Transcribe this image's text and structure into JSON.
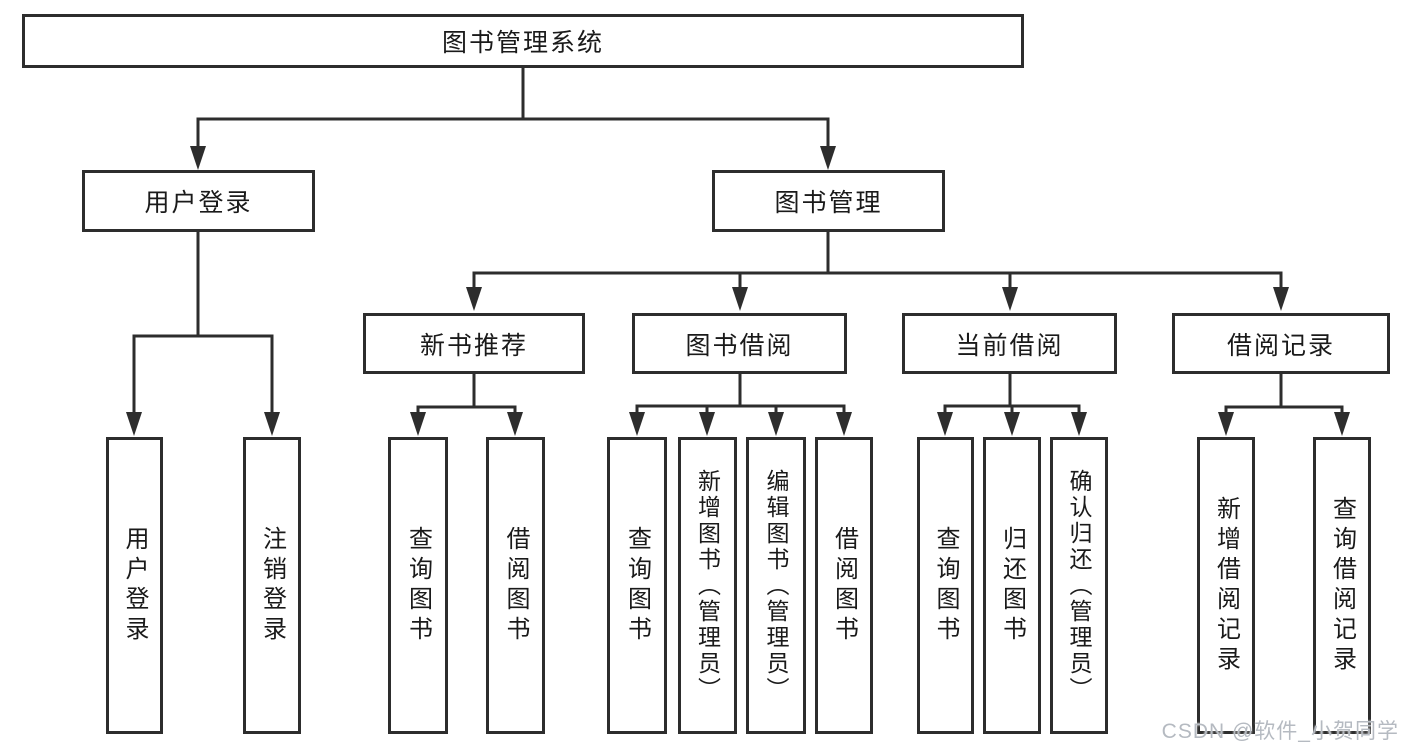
{
  "diagram": {
    "root": {
      "label": "图书管理系统"
    },
    "level2": [
      {
        "id": "user-login",
        "label": "用户登录"
      },
      {
        "id": "book-management",
        "label": "图书管理"
      }
    ],
    "level3": [
      {
        "id": "new-book-recommend",
        "label": "新书推荐",
        "parent": "book-management"
      },
      {
        "id": "book-borrowing",
        "label": "图书借阅",
        "parent": "book-management"
      },
      {
        "id": "current-borrowing",
        "label": "当前借阅",
        "parent": "book-management"
      },
      {
        "id": "borrowing-records",
        "label": "借阅记录",
        "parent": "book-management"
      }
    ],
    "leaves": [
      {
        "id": "user-login-action",
        "label": "用户登录",
        "parent": "user-login"
      },
      {
        "id": "logout-action",
        "label": "注销登录",
        "parent": "user-login"
      },
      {
        "id": "query-books-recommend",
        "label": "查询图书",
        "parent": "new-book-recommend"
      },
      {
        "id": "borrow-books-recommend",
        "label": "借阅图书",
        "parent": "new-book-recommend"
      },
      {
        "id": "query-books-borrowing",
        "label": "查询图书",
        "parent": "book-borrowing"
      },
      {
        "id": "add-books-admin",
        "label": "新增图书（管理员）",
        "parent": "book-borrowing"
      },
      {
        "id": "edit-books-admin",
        "label": "编辑图书（管理员）",
        "parent": "book-borrowing"
      },
      {
        "id": "borrow-books-borrowing",
        "label": "借阅图书",
        "parent": "book-borrowing"
      },
      {
        "id": "query-books-current",
        "label": "查询图书",
        "parent": "current-borrowing"
      },
      {
        "id": "return-books",
        "label": "归还图书",
        "parent": "current-borrowing"
      },
      {
        "id": "confirm-return-admin",
        "label": "确认归还（管理员）",
        "parent": "current-borrowing"
      },
      {
        "id": "add-borrow-record",
        "label": "新增借阅记录",
        "parent": "borrowing-records"
      },
      {
        "id": "query-borrow-record",
        "label": "查询借阅记录",
        "parent": "borrowing-records"
      }
    ]
  },
  "watermark": {
    "text": "CSDN @软件_小贺同学",
    "color": "#b5bac1"
  },
  "colors": {
    "background": "#ffffff",
    "line": "#2d2d2d",
    "box_border": "#2d2d2d",
    "text": "#1a1a1a"
  }
}
